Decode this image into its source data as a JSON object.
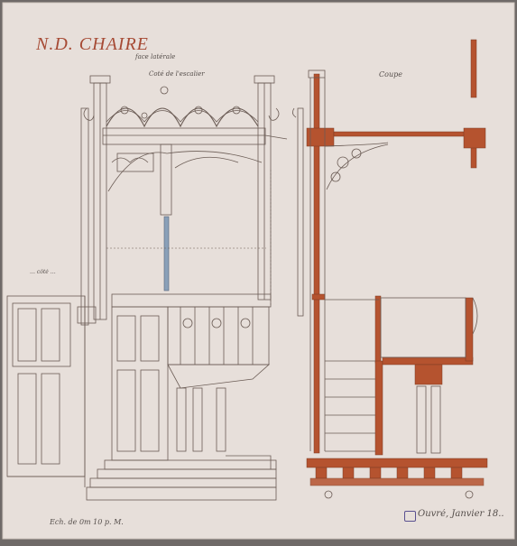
{
  "drawing": {
    "title": "N.D. CHAIRE",
    "note_facade_1": "face latérale",
    "note_facade_2": "Coté de l'escalier",
    "note_section": "Coupe",
    "note_left": "… côté …",
    "scale": "Ech. de 0m 10 p. M.",
    "signature": "Ouvré, Janvier 18..",
    "colors": {
      "paper": "#e7dfda",
      "ink": "#6b5c55",
      "section_red": "#b5532f",
      "title_red": "#a64a34",
      "blue_wash": "#8aa0b8"
    }
  }
}
